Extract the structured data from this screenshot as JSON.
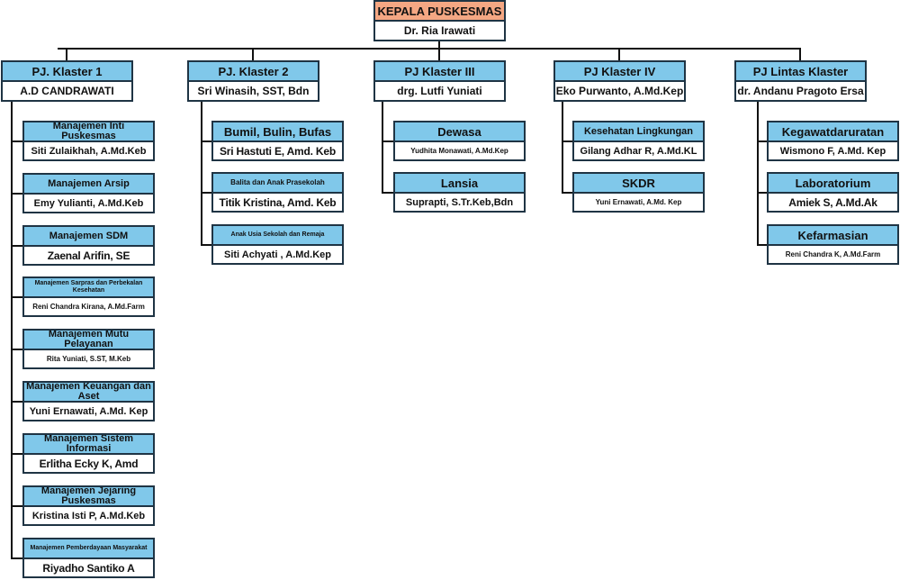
{
  "head": {
    "title": "KEPALA PUSKESMAS",
    "name": "Dr. Ria Irawati"
  },
  "clusters": [
    {
      "title": "PJ. Klaster 1",
      "name": "A.D CANDRAWATI",
      "children": [
        {
          "title": "Manajemen Inti Puskesmas",
          "name": "Siti Zulaikhah, A.Md.Keb"
        },
        {
          "title": "Manajemen Arsip",
          "name": "Emy Yulianti, A.Md.Keb"
        },
        {
          "title": "Manajemen SDM",
          "name": "Zaenal Arifin, SE"
        },
        {
          "title": "Manajemen Sarpras dan Perbekalan Kesehatan",
          "name": "Reni Chandra Kirana, A.Md.Farm"
        },
        {
          "title": "Manajemen Mutu Pelayanan",
          "name": "Rita Yuniati, S.ST, M.Keb"
        },
        {
          "title": "Manajemen Keuangan dan Aset",
          "name": "Yuni Ernawati, A.Md. Kep"
        },
        {
          "title": "Manajemen Sistem Informasi",
          "name": "Erlitha Ecky K, Amd"
        },
        {
          "title": "Manajemen Jejaring Puskesmas",
          "name": "Kristina Isti P, A.Md.Keb"
        },
        {
          "title": "Manajemen Pemberdayaan Masyarakat",
          "name": "Riyadho Santiko A"
        }
      ]
    },
    {
      "title": "PJ. Klaster 2",
      "name": "Sri Winasih, SST, Bdn",
      "children": [
        {
          "title": "Bumil, Bulin, Bufas",
          "name": "Sri Hastuti E, Amd. Keb"
        },
        {
          "title": "Balita dan Anak Prasekolah",
          "name": "Titik Kristina, Amd. Keb"
        },
        {
          "title": "Anak Usia Sekolah dan Remaja",
          "name": "Siti Achyati , A.Md.Kep"
        }
      ]
    },
    {
      "title": "PJ Klaster III",
      "name": "drg. Lutfi Yuniati",
      "children": [
        {
          "title": "Dewasa",
          "name": "Yudhita Monawati, A.Md.Kep"
        },
        {
          "title": "Lansia",
          "name": "Suprapti, S.Tr.Keb,Bdn"
        }
      ]
    },
    {
      "title": "PJ Klaster IV",
      "name": "Eko Purwanto, A.Md.Kep",
      "children": [
        {
          "title": "Kesehatan Lingkungan",
          "name": "Gilang Adhar R, A.Md.KL"
        },
        {
          "title": "SKDR",
          "name": "Yuni Ernawati, A.Md. Kep"
        }
      ]
    },
    {
      "title": "PJ Lintas Klaster",
      "name": "dr. Andanu Pragoto Ersa",
      "children": [
        {
          "title": "Kegawatdaruratan",
          "name": "Wismono F, A.Md. Kep"
        },
        {
          "title": "Laboratorium",
          "name": "Amiek S, A.Md.Ak"
        },
        {
          "title": "Kefarmasian",
          "name": "Reni Chandra K, A.Md.Farm"
        }
      ]
    }
  ]
}
